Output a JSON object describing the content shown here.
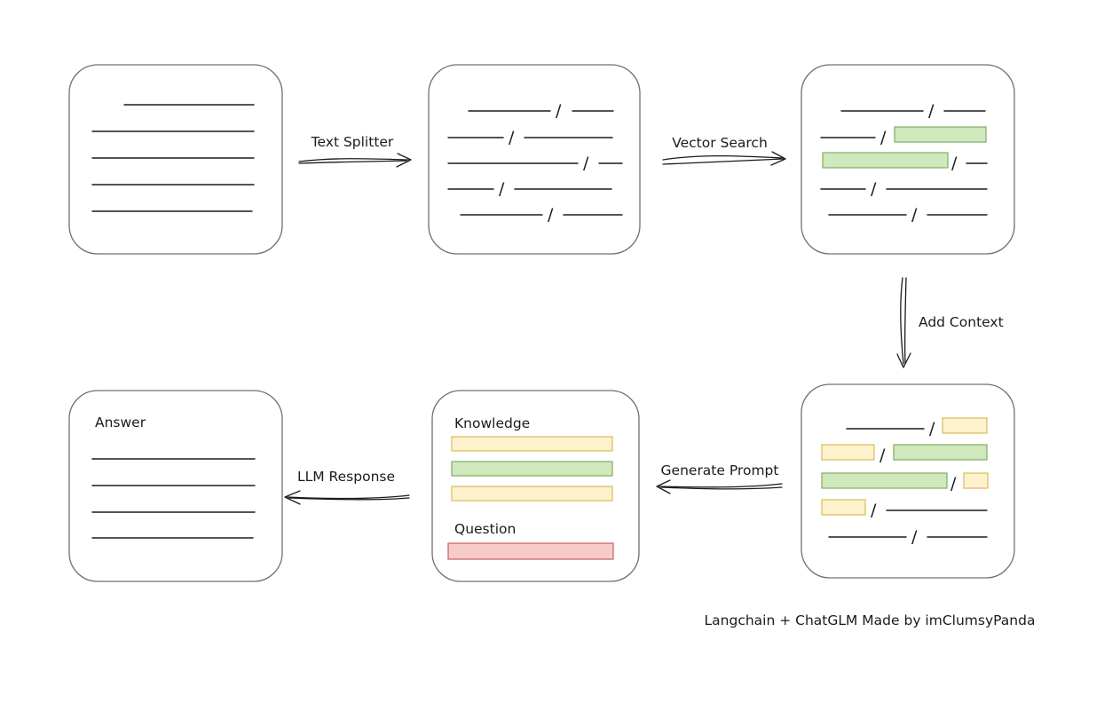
{
  "colors": {
    "line": "#1b1b1b",
    "box_border": "#707070",
    "highlight_green_fill": "#cfe9bc",
    "highlight_green_stroke": "#83aa66",
    "highlight_yellow_fill": "#fdf2cc",
    "highlight_yellow_stroke": "#d9ba57",
    "highlight_red_fill": "#f6cbc9",
    "highlight_red_stroke": "#c3625f"
  },
  "arrows": {
    "text_splitter": {
      "label": "Text Splitter"
    },
    "vector_search": {
      "label": "Vector Search"
    },
    "add_context": {
      "label": "Add Context"
    },
    "generate_prompt": {
      "label": "Generate Prompt"
    },
    "llm_response": {
      "label": "LLM Response"
    }
  },
  "prompt_box": {
    "knowledge_label": "Knowledge",
    "question_label": "Question"
  },
  "answer_box": {
    "label": "Answer"
  },
  "glyphs": {
    "slash": "/"
  },
  "footer": {
    "credit": "Langchain + ChatGLM Made by imClumsyPanda"
  }
}
